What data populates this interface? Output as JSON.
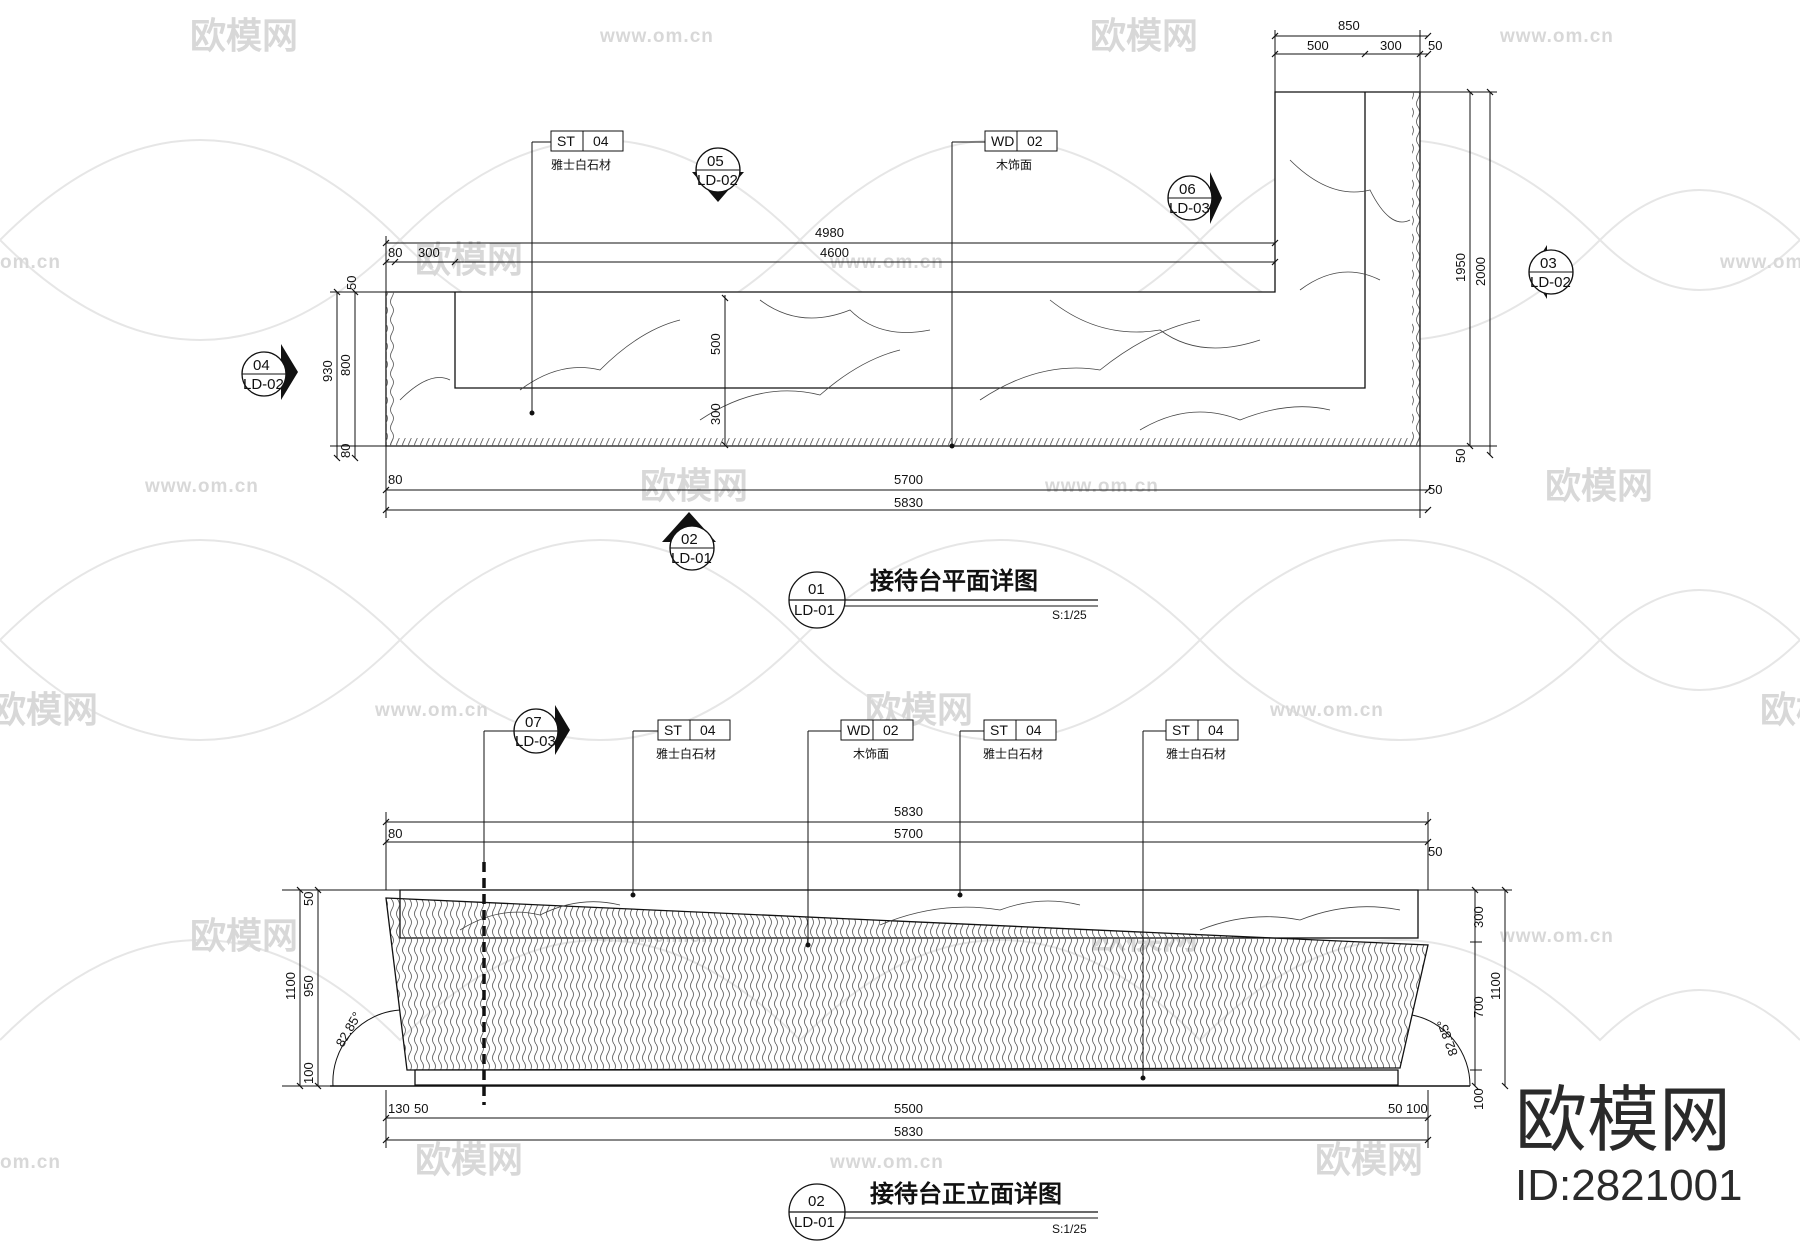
{
  "watermark": {
    "brand": "欧模网",
    "url": "www.om.cn",
    "url_short": "om.cn",
    "logo_text": "欧模网",
    "logo_id": "ID:2821001"
  },
  "plan": {
    "title": "接待台平面详图",
    "ref_num": "01",
    "ref_sheet": "LD-01",
    "scale": "S:1/25",
    "tags": [
      {
        "code": "ST",
        "num": "04",
        "label": "雅士白石材"
      },
      {
        "code": "WD",
        "num": "02",
        "label": "木饰面"
      }
    ],
    "section_marks": [
      {
        "num": "05",
        "sheet": "LD-02"
      },
      {
        "num": "06",
        "sheet": "LD-03"
      },
      {
        "num": "03",
        "sheet": "LD-02"
      },
      {
        "num": "04",
        "sheet": "LD-02"
      },
      {
        "num": "02",
        "sheet": "LD-01"
      }
    ],
    "dims": {
      "top_total": "4980",
      "top_inner": "4600",
      "top_left_a": "80",
      "top_left_b": "300",
      "wing_total": "850",
      "wing_a": "500",
      "wing_b": "300",
      "wing_c": "50",
      "left_outer": "930",
      "left_inner": "800",
      "left_top": "50",
      "left_bottom": "80",
      "mid_upper": "500",
      "mid_lower": "300",
      "right_inner": "1950",
      "right_outer": "2000",
      "right_bottom": "50",
      "bottom_inner": "5700",
      "bottom_total": "5830",
      "bottom_left": "80",
      "bottom_right": "50"
    }
  },
  "elevation": {
    "title": "接待台正立面详图",
    "ref_num": "02",
    "ref_sheet": "LD-01",
    "scale": "S:1/25",
    "tags": [
      {
        "code": "ST",
        "num": "04",
        "label": "雅士白石材"
      },
      {
        "code": "WD",
        "num": "02",
        "label": "木饰面"
      },
      {
        "code": "ST",
        "num": "04",
        "label": "雅士白石材"
      },
      {
        "code": "ST",
        "num": "04",
        "label": "雅士白石材"
      }
    ],
    "section_mark": {
      "num": "07",
      "sheet": "LD-03"
    },
    "dims": {
      "top_total": "5830",
      "top_inner": "5700",
      "top_left": "80",
      "top_right": "50",
      "left_total": "1100",
      "left_mid": "950",
      "left_top": "50",
      "left_bottom": "100",
      "right_top": "300",
      "right_mid": "700",
      "right_total": "1100",
      "right_bottom": "100",
      "angle_left": "82.85°",
      "angle_right": "82.85°",
      "bottom_inner": "5500",
      "bottom_total": "5830",
      "bottom_a": "130",
      "bottom_b": "50",
      "bottom_c": "50",
      "bottom_d": "100"
    }
  }
}
